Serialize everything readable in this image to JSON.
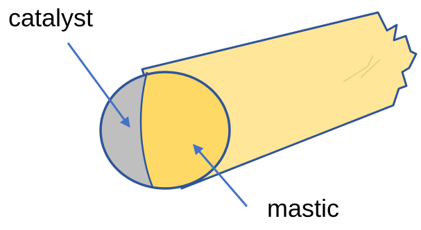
{
  "labels": {
    "catalyst": "catalyst",
    "mastic": "mastic"
  },
  "colors": {
    "body_fill": "#FFE699",
    "mastic_fill": "#FFD966",
    "catalyst_fill": "#BFBFBF",
    "outline": "#2F5597",
    "arrow": "#4472C4"
  },
  "shapes": {
    "body": "tube-body",
    "end_face": "circular-end-face",
    "tear": "torn-end-zigzag"
  }
}
